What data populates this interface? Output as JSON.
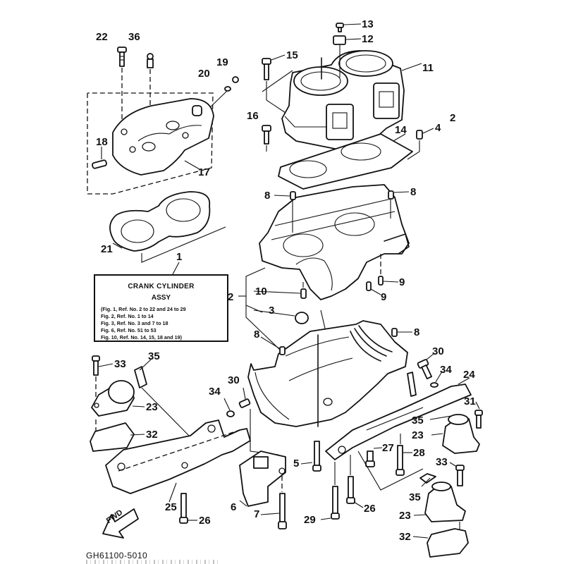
{
  "diagram": {
    "title": "Crank Cylinder Assy exploded parts diagram",
    "drawing_code": "GH61100-5010",
    "fwd_label": "FWD",
    "parts_box": {
      "title": "CRANK CYLINDER",
      "subtitle": "ASSY",
      "lines": [
        "(Fig. 1, Ref. No. 2 to 22 and 24 to 29",
        "Fig. 2, Ref. No. 1 to 14",
        "Fig. 3, Ref. No. 3 and 7 to 18",
        "Fig. 6, Ref. No. 51 to 53",
        "Fig. 10, Ref. No. 14, 15, 18 and 19)"
      ]
    },
    "callouts": [
      {
        "id": "c22",
        "label": "22"
      },
      {
        "id": "c36",
        "label": "36"
      },
      {
        "id": "c19",
        "label": "19"
      },
      {
        "id": "c20",
        "label": "20"
      },
      {
        "id": "c18",
        "label": "18"
      },
      {
        "id": "c17",
        "label": "17"
      },
      {
        "id": "c21",
        "label": "21"
      },
      {
        "id": "c1",
        "label": "1"
      },
      {
        "id": "c13",
        "label": "13"
      },
      {
        "id": "c12",
        "label": "12"
      },
      {
        "id": "c15",
        "label": "15"
      },
      {
        "id": "c11",
        "label": "11"
      },
      {
        "id": "c16",
        "label": "16"
      },
      {
        "id": "c14",
        "label": "14"
      },
      {
        "id": "c4",
        "label": "4"
      },
      {
        "id": "c2a",
        "label": "2"
      },
      {
        "id": "c8a",
        "label": "8"
      },
      {
        "id": "c8b",
        "label": "8"
      },
      {
        "id": "c9a",
        "label": "9"
      },
      {
        "id": "c9b",
        "label": "9"
      },
      {
        "id": "c10",
        "label": "10"
      },
      {
        "id": "c2b",
        "label": "2"
      },
      {
        "id": "c3",
        "label": "3"
      },
      {
        "id": "c8c",
        "label": "8"
      },
      {
        "id": "c8d",
        "label": "8"
      },
      {
        "id": "c33a",
        "label": "33"
      },
      {
        "id": "c35a",
        "label": "35"
      },
      {
        "id": "c23a",
        "label": "23"
      },
      {
        "id": "c32a",
        "label": "32"
      },
      {
        "id": "c34a",
        "label": "34"
      },
      {
        "id": "c30a",
        "label": "30"
      },
      {
        "id": "c30b",
        "label": "30"
      },
      {
        "id": "c34b",
        "label": "34"
      },
      {
        "id": "c24",
        "label": "24"
      },
      {
        "id": "c31",
        "label": "31"
      },
      {
        "id": "c35b",
        "label": "35"
      },
      {
        "id": "c23b",
        "label": "23"
      },
      {
        "id": "c27",
        "label": "27"
      },
      {
        "id": "c28",
        "label": "28"
      },
      {
        "id": "c5",
        "label": "5"
      },
      {
        "id": "c33b",
        "label": "33"
      },
      {
        "id": "c35c",
        "label": "35"
      },
      {
        "id": "c23c",
        "label": "23"
      },
      {
        "id": "c32b",
        "label": "32"
      },
      {
        "id": "c25",
        "label": "25"
      },
      {
        "id": "c6",
        "label": "6"
      },
      {
        "id": "c7",
        "label": "7"
      },
      {
        "id": "c26a",
        "label": "26"
      },
      {
        "id": "c29",
        "label": "29"
      },
      {
        "id": "c26b",
        "label": "26"
      }
    ]
  }
}
